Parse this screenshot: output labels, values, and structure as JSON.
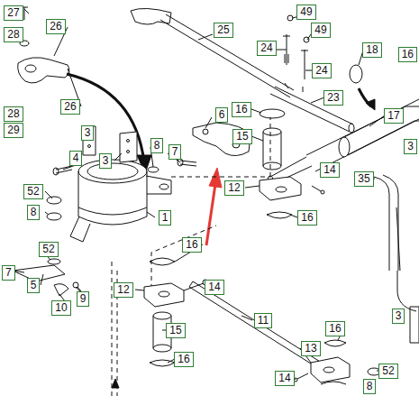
{
  "diagram": {
    "nodes": [
      {
        "text": [
          "27"
        ]
      },
      {
        "text": [
          "28"
        ]
      },
      {
        "text": [
          "26"
        ]
      },
      {
        "text": [
          "25"
        ]
      },
      {
        "text": [
          "49"
        ]
      },
      {
        "text": [
          "49"
        ]
      },
      {
        "text": [
          "24"
        ]
      },
      {
        "text": [
          "24"
        ]
      },
      {
        "text": [
          "18"
        ]
      },
      {
        "text": [
          "16"
        ]
      },
      {
        "text": [
          "23"
        ]
      },
      {
        "text": [
          "17"
        ]
      },
      {
        "text": [
          "3"
        ]
      },
      {
        "text": [
          "28"
        ]
      },
      {
        "text": [
          "26"
        ]
      },
      {
        "text": [
          "29"
        ]
      },
      {
        "text": [
          "3"
        ]
      },
      {
        "text": [
          "3"
        ]
      },
      {
        "text": [
          "16"
        ]
      },
      {
        "text": [
          "6"
        ]
      },
      {
        "text": [
          "15"
        ]
      },
      {
        "text": [
          "8"
        ]
      },
      {
        "text": [
          "7"
        ]
      },
      {
        "text": [
          "4"
        ]
      },
      {
        "text": [
          "14"
        ]
      },
      {
        "text": [
          "35"
        ]
      },
      {
        "text": [
          "52"
        ]
      },
      {
        "text": [
          "8"
        ]
      },
      {
        "text": [
          "1"
        ]
      },
      {
        "text": [
          "12"
        ]
      },
      {
        "text": [
          "16"
        ]
      },
      {
        "text": [
          "52"
        ]
      },
      {
        "text": [
          "16"
        ]
      },
      {
        "text": [
          "7"
        ]
      },
      {
        "text": [
          "5"
        ]
      },
      {
        "text": [
          "9"
        ]
      },
      {
        "text": [
          "10"
        ]
      },
      {
        "text": [
          "12"
        ]
      },
      {
        "text": [
          "14"
        ]
      },
      {
        "text": [
          "11"
        ]
      },
      {
        "text": [
          "15"
        ]
      },
      {
        "text": [
          "16"
        ]
      },
      {
        "text": [
          "3"
        ]
      },
      {
        "text": [
          "16"
        ]
      },
      {
        "text": [
          "13"
        ]
      },
      {
        "text": [
          "52"
        ]
      },
      {
        "text": [
          "14"
        ]
      },
      {
        "text": [
          "8"
        ]
      }
    ]
  }
}
